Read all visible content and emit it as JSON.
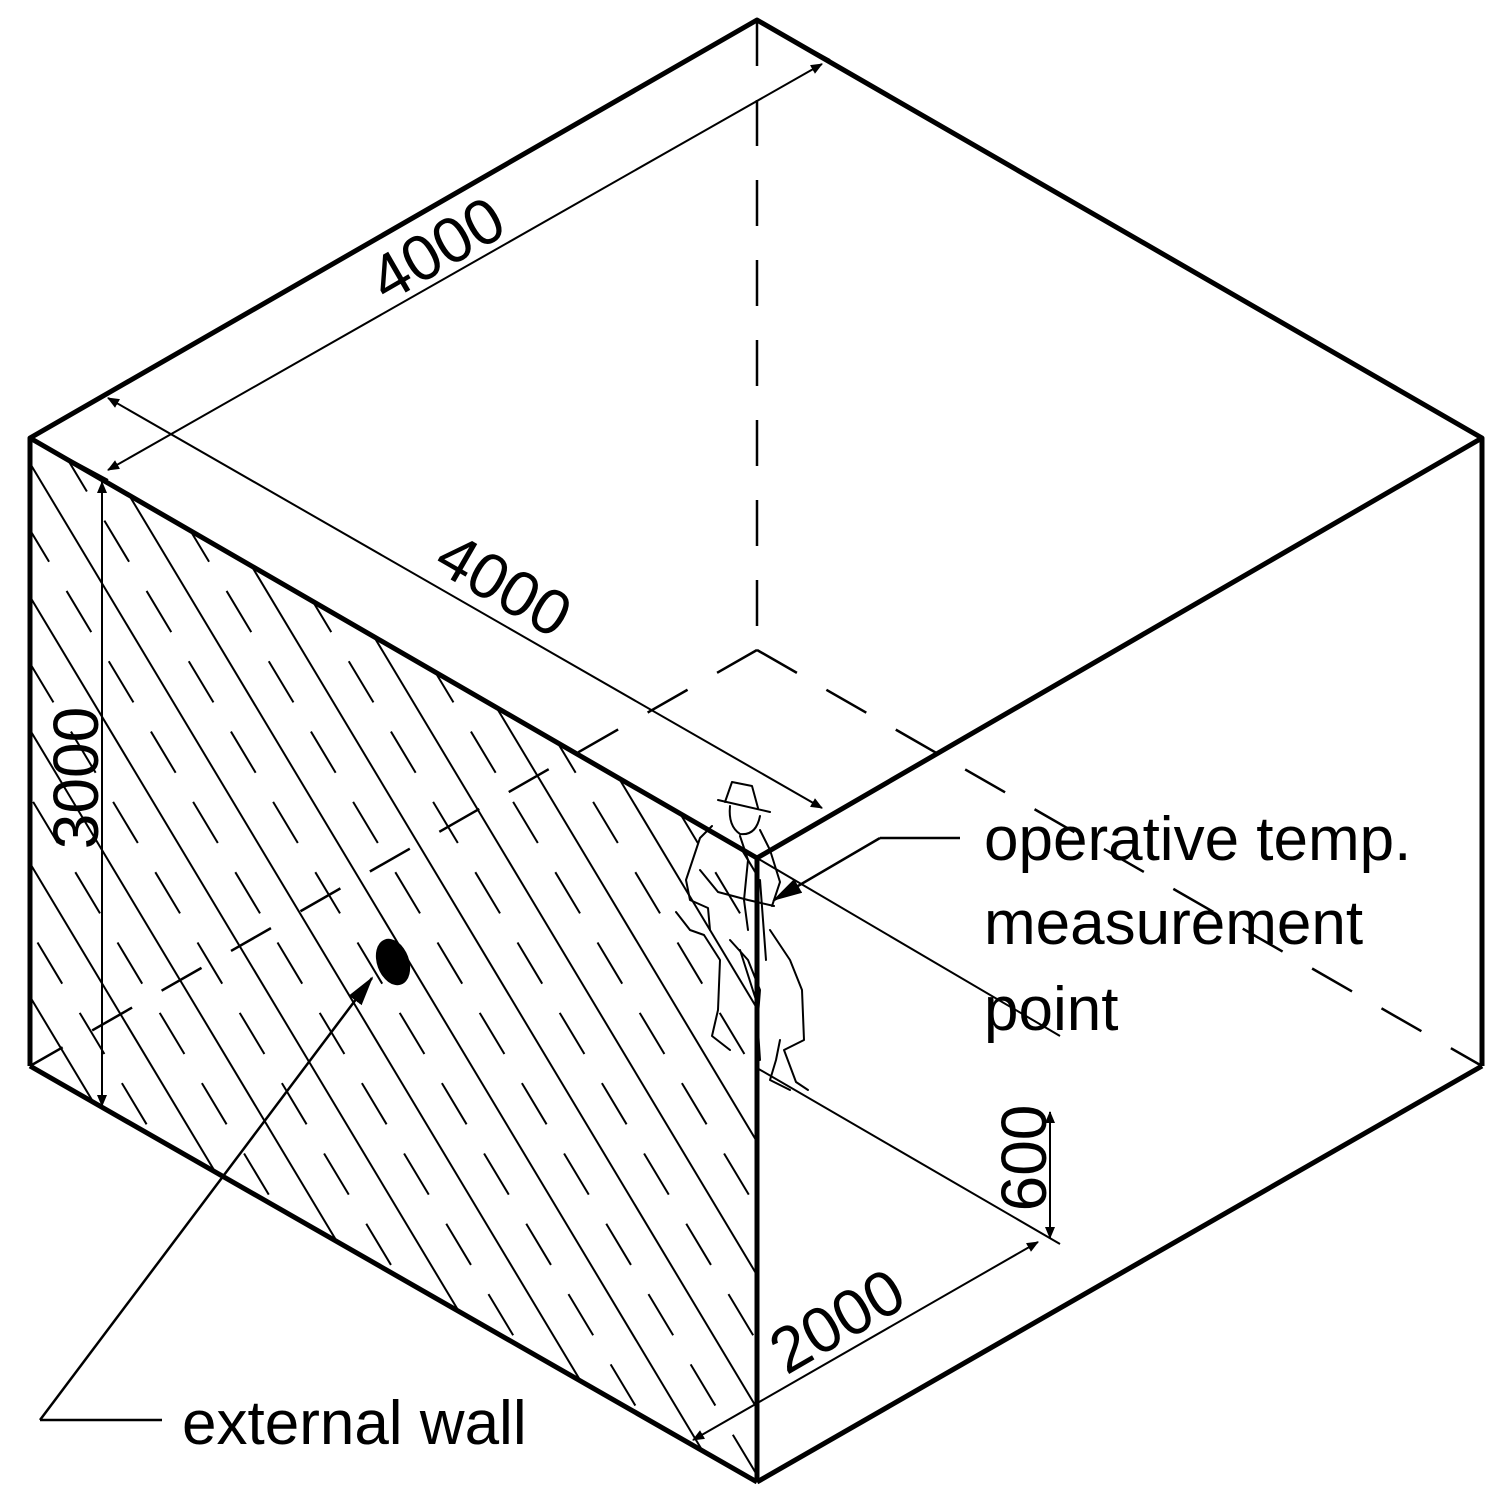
{
  "dimensions": {
    "top_depth": "4000",
    "front_width": "4000",
    "height": "3000",
    "distance_from_wall": "2000",
    "sensor_height": "600"
  },
  "labels": {
    "measurement_line1": "operative temp.",
    "measurement_line2": "measurement",
    "measurement_line3": "point",
    "external_wall": "external wall"
  },
  "colors": {
    "line": "#000000",
    "background": "#ffffff"
  }
}
